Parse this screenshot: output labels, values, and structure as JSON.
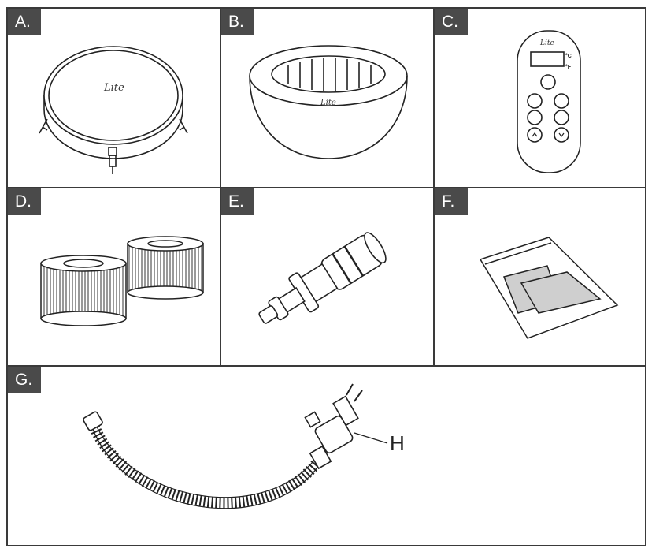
{
  "panels": [
    {
      "id": "A",
      "label": "A.",
      "item": "spa-cover"
    },
    {
      "id": "B",
      "label": "B.",
      "item": "inflatable-spa"
    },
    {
      "id": "C",
      "label": "C.",
      "item": "control-panel",
      "logo": "Lite",
      "units": [
        "°C",
        "°F"
      ]
    },
    {
      "id": "D",
      "label": "D.",
      "item": "filter-cartridges"
    },
    {
      "id": "E",
      "label": "E.",
      "item": "connector"
    },
    {
      "id": "F",
      "label": "F.",
      "item": "repair-patches"
    },
    {
      "id": "G",
      "label": "G.",
      "item": "hose-assembly"
    }
  ],
  "callouts": {
    "h": "H"
  },
  "brand_logo": "Lite",
  "colors": {
    "border": "#3a3a3a",
    "tag_bg": "#4a4a4a",
    "tag_text": "#ffffff",
    "patch": "#cfcfcf"
  }
}
